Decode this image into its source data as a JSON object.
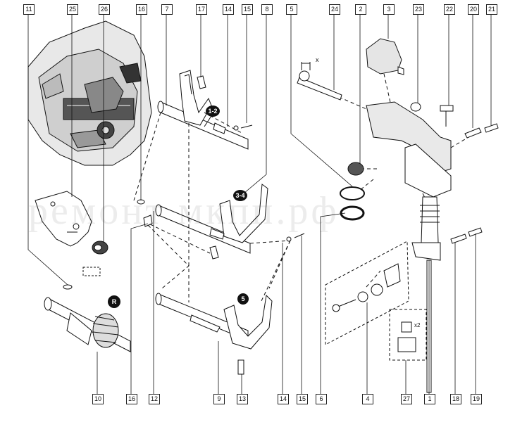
{
  "labels": {
    "top": [
      "11",
      "25",
      "26",
      "16",
      "7",
      "17",
      "14",
      "15",
      "8",
      "5",
      "24",
      "2",
      "3",
      "23",
      "22",
      "20",
      "21"
    ],
    "bottom": [
      "10",
      "16",
      "12",
      "9",
      "13",
      "14",
      "15",
      "6",
      "4",
      "27",
      "1",
      "18",
      "19"
    ]
  },
  "callouts": {
    "gear_12": "1-2",
    "gear_34": "3-4",
    "gear_5": "5",
    "reverse": "R"
  },
  "annotations": {
    "dimension_x": "x",
    "quantity_x2": "x2"
  },
  "watermark": "ремонт мкпп.рф",
  "colors": {
    "ink": "#111111",
    "shade": "#555555",
    "part_fill": "#ffffff"
  }
}
